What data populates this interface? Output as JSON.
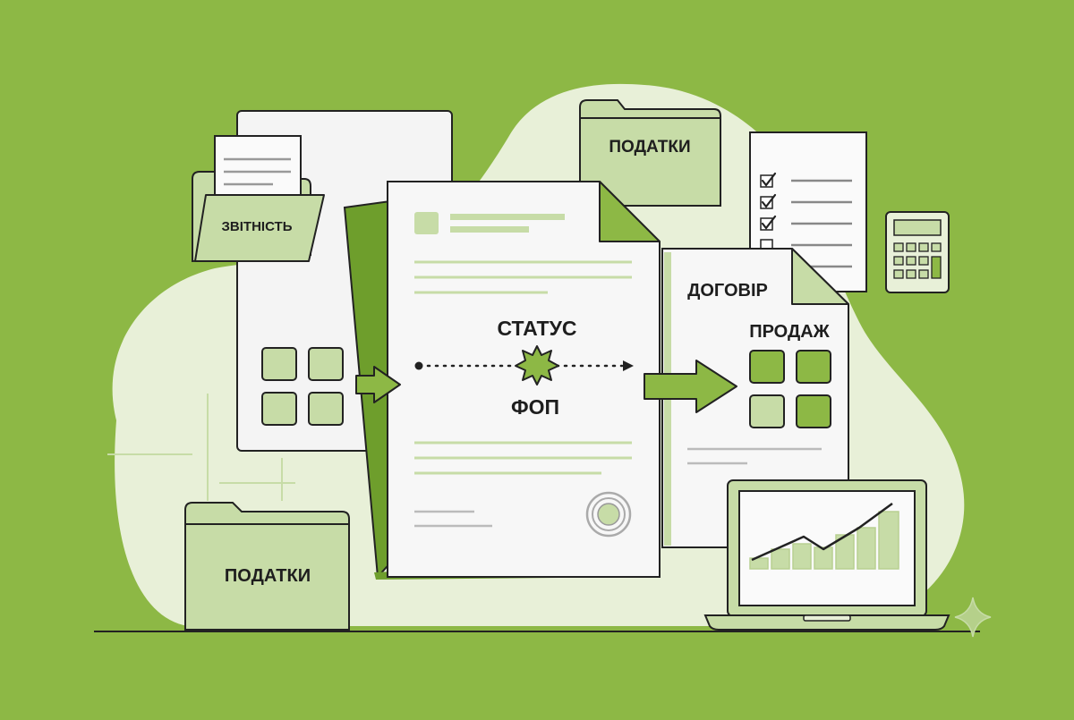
{
  "labels": {
    "folder_top": "ПОДАТКИ",
    "folder_bottom": "ПОДАТКИ",
    "report_folder": "ЗВІТНІСТЬ",
    "status_top": "СТАТУС",
    "status_bottom": "ФОП",
    "contract_title": "ДОГОВІР",
    "contract_subtitle": "ПРОДАЖ"
  },
  "colors": {
    "background": "#8db845",
    "blob": "#e8f0d8",
    "light_green": "#c7dca7",
    "accent": "#8db845",
    "outline": "#222222",
    "paper": "#f7f7f7"
  },
  "icons": {
    "report_folder": "folder-with-document-icon",
    "tax_folders": "folder-icon",
    "checklist": "checklist-document-icon",
    "calculator": "calculator-icon",
    "laptop": "laptop-growth-chart-icon",
    "stamp": "seal-stamp-icon",
    "sparkle": "sparkle-icon",
    "badge": "star-badge-icon",
    "arrows": "arrow-right-icon"
  }
}
